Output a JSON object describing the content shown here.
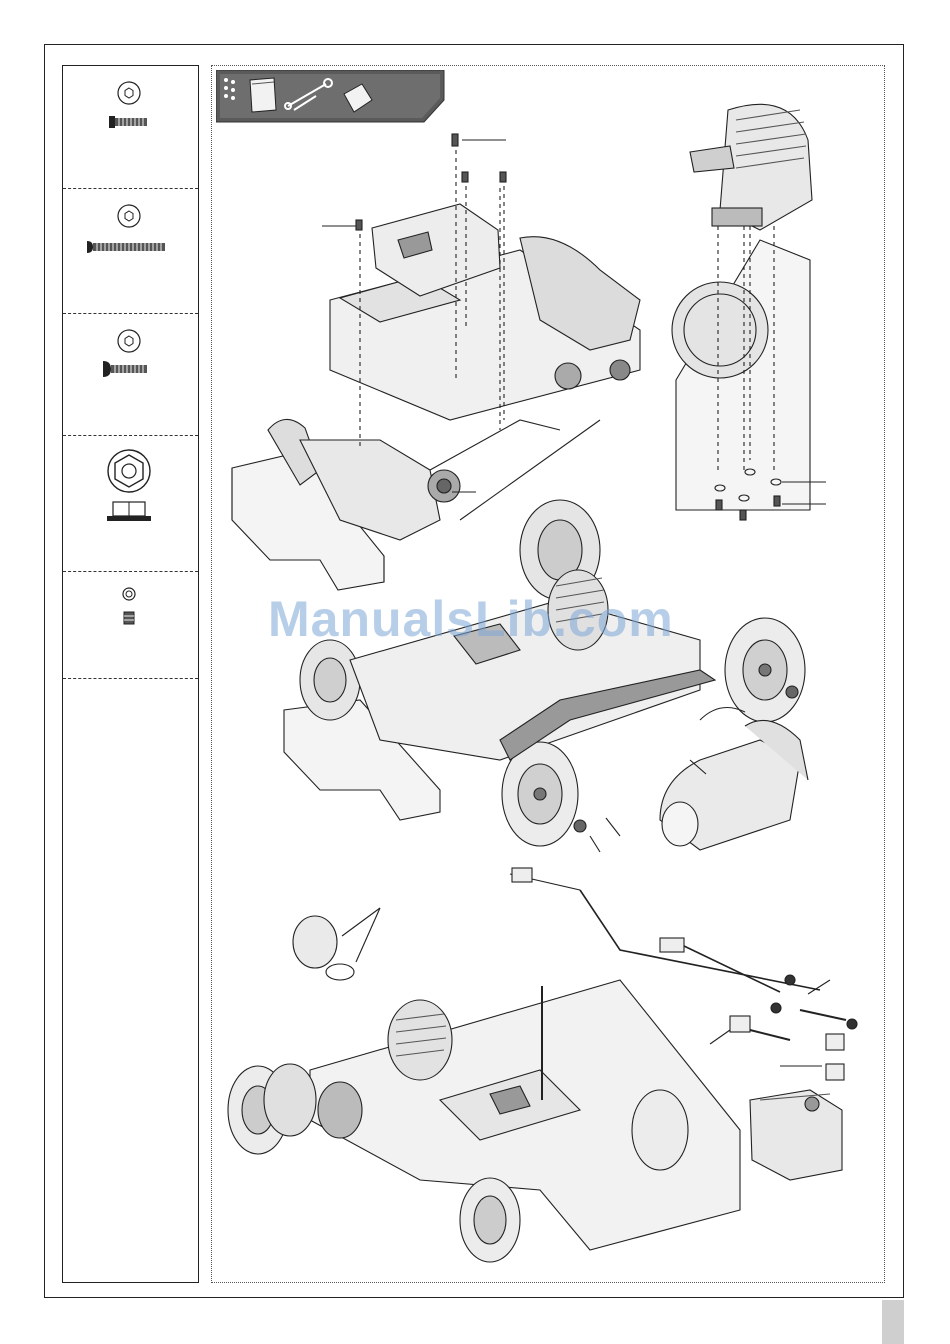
{
  "watermark": {
    "text": "ManualsLib.com"
  },
  "parts": [
    {
      "id": "flat-head-screw"
    },
    {
      "id": "long-button-head-screw"
    },
    {
      "id": "button-head-screw"
    },
    {
      "id": "flanged-locknut"
    },
    {
      "id": "set-screw"
    },
    {
      "id": "empty"
    }
  ],
  "header": {
    "icons": [
      "screw-pack-icon",
      "parts-bag-icon",
      "tool-icon",
      "glue-icon"
    ]
  }
}
